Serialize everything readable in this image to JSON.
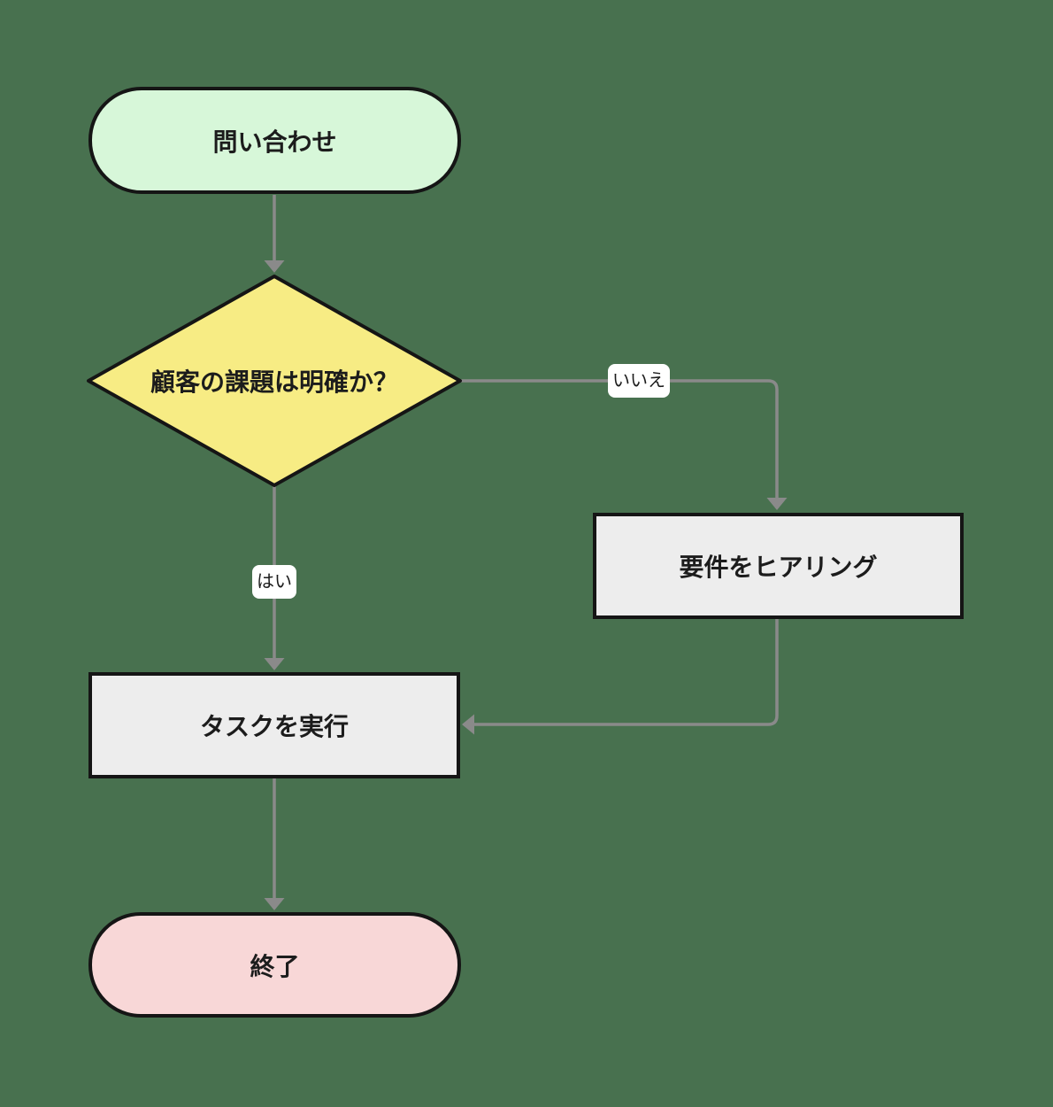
{
  "diagram": {
    "type": "flowchart",
    "direction": "top-down",
    "nodes": {
      "start": {
        "id": "start",
        "type": "terminator",
        "label": "問い合わせ"
      },
      "decision": {
        "id": "decision",
        "type": "decision",
        "label": "顧客の課題は明確か？"
      },
      "hearing": {
        "id": "hearing",
        "type": "process",
        "label": "要件をヒアリング"
      },
      "task": {
        "id": "task",
        "type": "process",
        "label": "タスクを実行"
      },
      "end": {
        "id": "end",
        "type": "terminator",
        "label": "終了"
      }
    },
    "edges": [
      {
        "from": "start",
        "to": "decision",
        "label": ""
      },
      {
        "from": "decision",
        "to": "hearing",
        "label": "いいえ"
      },
      {
        "from": "decision",
        "to": "task",
        "label": "はい"
      },
      {
        "from": "hearing",
        "to": "task",
        "label": ""
      },
      {
        "from": "task",
        "to": "end",
        "label": ""
      }
    ],
    "colors": {
      "background": "#48714f",
      "connector": "#8a8a8a",
      "node_border": "#151515",
      "text": "#1c1c1c",
      "edge_label_bg": "#ffffff",
      "start_fill": "#d7f7d9",
      "decision_fill": "#f7ec84",
      "process_fill": "#ededed",
      "end_fill": "#f8d7d7"
    }
  }
}
